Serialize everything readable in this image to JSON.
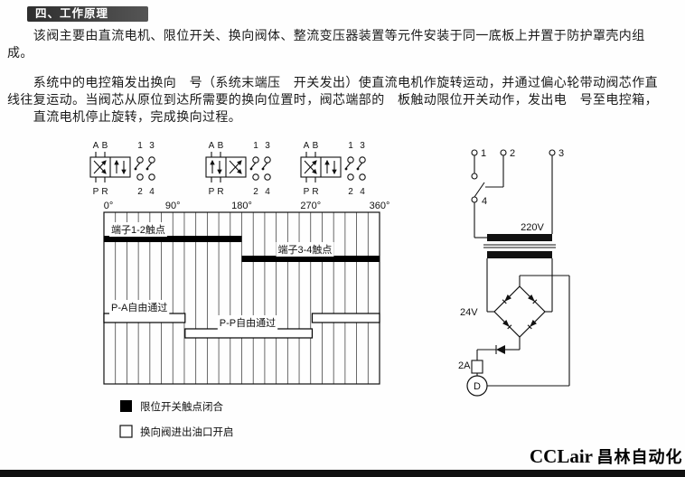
{
  "header": {
    "title": "四、工作原理"
  },
  "body": {
    "lines": [
      "　　该阀主要由直流电机、限位开关、换向阀体、整流变压器装置等元件安装于同一底板上并置于防护罩壳内组",
      "成。",
      "　　系统中的电控箱发出换向　号（系统末端压　开关发出）使直流电机作旋转运动，并通过偏心轮带动阀芯作直",
      "线往复运动。当阀芯从原位到达所需要的换向位置时，阀芯端部的　板触动限位开关动作，发出电　号至电控箱，",
      "　　直流电机停止旋转，完成换向过程。"
    ]
  },
  "valve": {
    "port_a": "A",
    "port_b": "B",
    "port_p": "P",
    "port_r": "R",
    "term_1": "1",
    "term_2": "2",
    "term_3": "3",
    "term_4": "4"
  },
  "timing": {
    "labels": [
      "0°",
      "90°",
      "180°",
      "270°",
      "360°"
    ],
    "label_degs": [
      0,
      90,
      180,
      270,
      360
    ],
    "contact_bars": [
      {
        "label": "端子1-2触点",
        "from_deg": 0,
        "to_deg": 180
      },
      {
        "label": "端子3-4触点",
        "from_deg": 180,
        "to_deg": 360
      }
    ],
    "flow_bars": [
      {
        "label": "P-A自由通过",
        "from_deg": 0,
        "to_deg": 106,
        "row": 0
      },
      {
        "label": "P-P自由通过",
        "from_deg": 106,
        "to_deg": 272,
        "row": 1
      },
      {
        "label": "",
        "from_deg": 272,
        "to_deg": 360,
        "row": 0
      }
    ]
  },
  "legend": {
    "closed": "限位开关触点闭合",
    "open": "换向阀进出油口开启"
  },
  "circuit": {
    "t1": "1",
    "t2": "2",
    "t3": "3",
    "t4": "4",
    "primary": "220V",
    "secondary": "24V",
    "fuse": "2A",
    "motor": "D"
  },
  "footer": {
    "brand_en": "CCLair",
    "brand_cn": "昌林自动化"
  }
}
